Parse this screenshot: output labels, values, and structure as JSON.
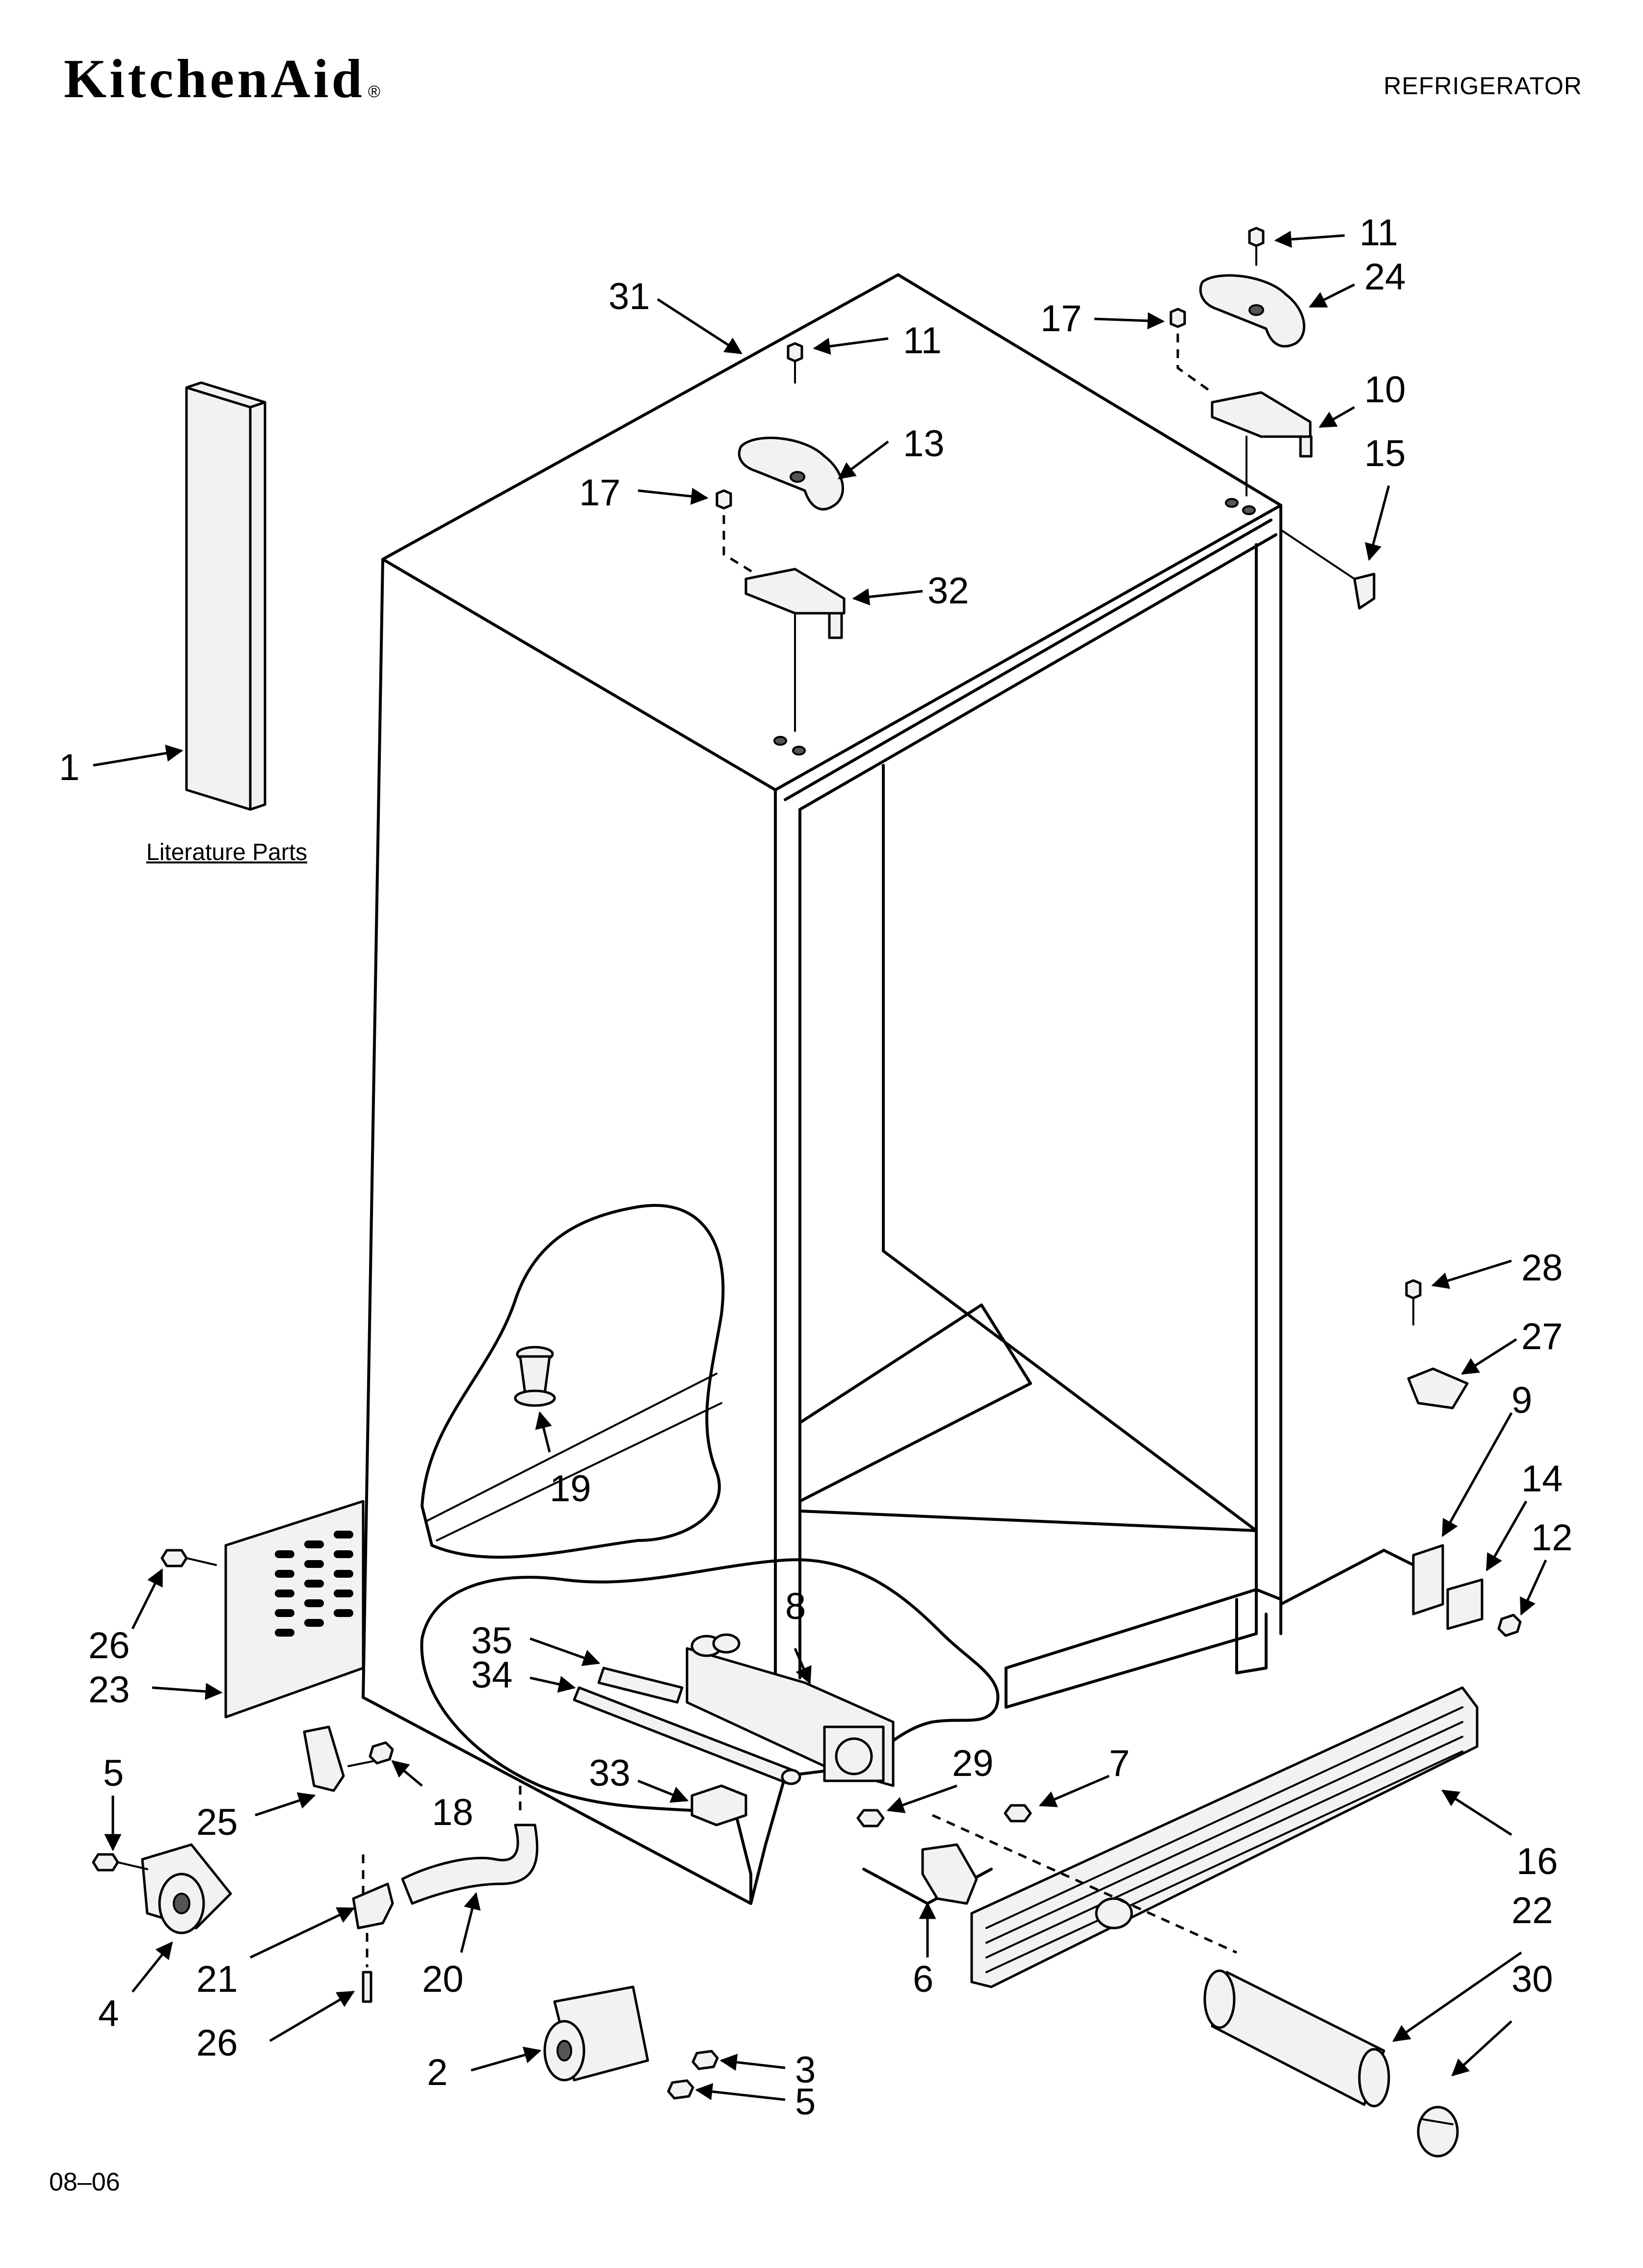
{
  "header": {
    "brand": "KitchenAid",
    "brand_mark": "®",
    "category": "REFRIGERATOR"
  },
  "footer": {
    "doc_code": "08–06"
  },
  "literature_caption": "Literature Parts",
  "callouts": [
    "1",
    "2",
    "3",
    "4",
    "5",
    "5",
    "6",
    "7",
    "8",
    "9",
    "10",
    "11",
    "11",
    "12",
    "13",
    "14",
    "15",
    "16",
    "17",
    "17",
    "18",
    "19",
    "20",
    "21",
    "22",
    "23",
    "24",
    "25",
    "26",
    "26",
    "27",
    "28",
    "29",
    "30",
    "31",
    "32",
    "33",
    "34",
    "35"
  ],
  "colors": {
    "line": "#000000",
    "part_fill": "#f2f2f2",
    "background": "#ffffff"
  }
}
